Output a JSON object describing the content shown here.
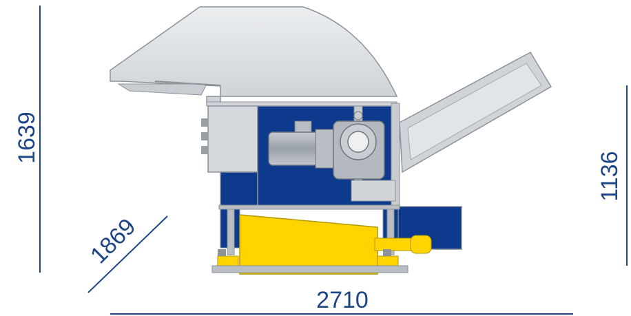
{
  "dimensions": {
    "height": "1639",
    "depth": "1869",
    "width": "2710",
    "outlet_height": "1136"
  },
  "colors": {
    "dimension_line": "#1e4686",
    "machine_blue": "#0d3a8c",
    "hopper_grey": "#d7dadd",
    "tray_yellow": "#ffd400",
    "frame_grey": "#b9bec4",
    "outline": "#8c9299"
  }
}
